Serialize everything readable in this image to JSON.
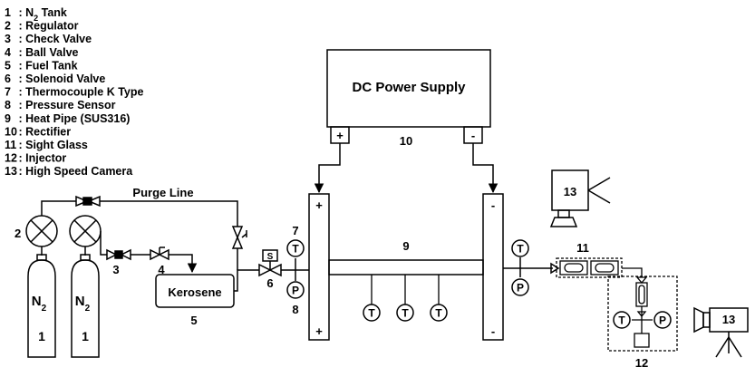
{
  "legend": [
    {
      "num": "1",
      "name": "N",
      "sub": "2",
      "tail": " Tank"
    },
    {
      "num": "2",
      "name": "Regulator"
    },
    {
      "num": "3",
      "name": "Check Valve"
    },
    {
      "num": "4",
      "name": "Ball Valve"
    },
    {
      "num": "5",
      "name": "Fuel Tank"
    },
    {
      "num": "6",
      "name": "Solenoid Valve"
    },
    {
      "num": "7",
      "name": "Thermocouple K Type"
    },
    {
      "num": "8",
      "name": "Pressure Sensor"
    },
    {
      "num": "9",
      "name": "Heat Pipe (SUS316)"
    },
    {
      "num": "10",
      "name": "Rectifier"
    },
    {
      "num": "11",
      "name": "Sight Glass"
    },
    {
      "num": "12",
      "name": "Injector"
    },
    {
      "num": "13",
      "name": "High Speed Camera"
    }
  ],
  "legend_sep": " : ",
  "power_supply": {
    "title": "DC Power Supply",
    "plus": "+",
    "minus": "-",
    "num": "10"
  },
  "purge_line": "Purge Line",
  "tank": {
    "chem": "N",
    "sub": "2",
    "num": "1"
  },
  "kerosene": {
    "label": "Kerosene",
    "num": "5"
  },
  "labels": {
    "regulator": "2",
    "check_valve": "3",
    "ball_valve": "4",
    "solenoid": "6",
    "thermo": "7",
    "pressure": "8",
    "heat_pipe": "9",
    "sight_glass": "11",
    "injector": "12",
    "camera": "13"
  },
  "solenoid_box": "S",
  "sensor_T": "T",
  "sensor_P": "P",
  "electrode": {
    "plus": "+",
    "minus": "-"
  }
}
